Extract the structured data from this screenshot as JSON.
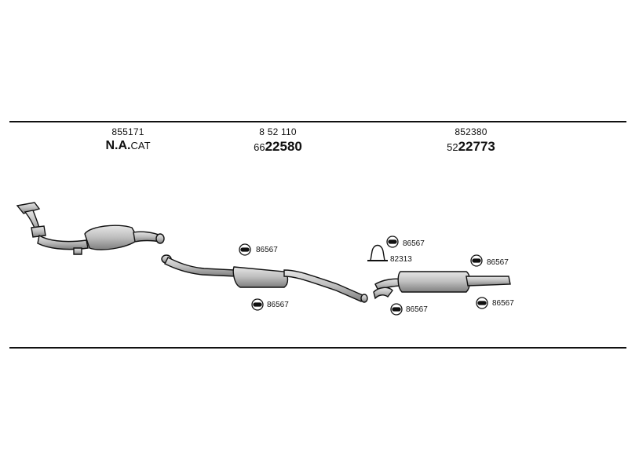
{
  "columns": [
    {
      "small": "855171",
      "prefix": "N.A.",
      "suffix": "CAT"
    },
    {
      "small": "8 52 110",
      "pre": "66",
      "main": "22580"
    },
    {
      "small": "852380",
      "pre": "52",
      "main": "22773"
    }
  ],
  "labels": {
    "hanger_front_top": "86567",
    "hanger_front_bottom": "86567",
    "hanger_mid_top": "86567",
    "clamp_mid": "82313",
    "hanger_rear_top": "86567",
    "hanger_mid_bottom": "86567",
    "hanger_rear_bottom": "86567"
  },
  "colors": {
    "ink": "#111111",
    "part_fill": "#bdbdbd",
    "part_shade": "#8a8a8a"
  }
}
